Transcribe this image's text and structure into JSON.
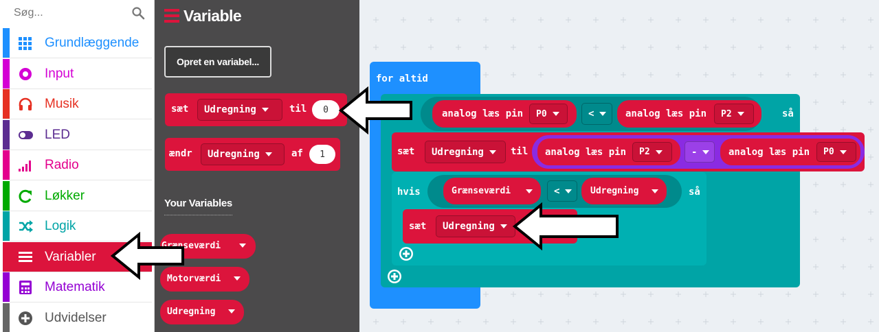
{
  "search": {
    "placeholder": "Søg..."
  },
  "categories": [
    {
      "label": "Grundlæggende",
      "color": "#1e90ff",
      "icon": "grid-icon"
    },
    {
      "label": "Input",
      "color": "#d400d4",
      "icon": "circle-dot-icon"
    },
    {
      "label": "Musik",
      "color": "#e63022",
      "icon": "headphones-icon"
    },
    {
      "label": "LED",
      "color": "#5c2d91",
      "icon": "toggle-icon"
    },
    {
      "label": "Radio",
      "color": "#e3008c",
      "icon": "signal-bars-icon"
    },
    {
      "label": "Løkker",
      "color": "#00aa00",
      "icon": "refresh-icon"
    },
    {
      "label": "Logik",
      "color": "#00a4a6",
      "icon": "shuffle-icon"
    },
    {
      "label": "Variabler",
      "color": "#dc143c",
      "icon": "list-icon",
      "selected": true
    },
    {
      "label": "Matematik",
      "color": "#9400d3",
      "icon": "calculator-icon"
    },
    {
      "label": "Udvidelser",
      "color": "#666666",
      "icon": "plus-circle-icon"
    }
  ],
  "flyout": {
    "title": "Variable",
    "create_button": "Opret en variabel...",
    "set_block": {
      "keyword": "sæt",
      "variable": "Udregning",
      "to": "til",
      "value": "0"
    },
    "change_block": {
      "keyword": "ændr",
      "variable": "Udregning",
      "by": "af",
      "value": "1"
    },
    "your_variables_heading": "Your Variables",
    "variables": [
      "Grænseværdi",
      "Motorværdi",
      "Udregning"
    ]
  },
  "workspace": {
    "forever_label": "for altid",
    "if1": {
      "left_reporter": "analog læs pin",
      "left_pin": "P0",
      "operator": "<",
      "right_reporter": "analog læs pin",
      "right_pin": "P2",
      "then": "så"
    },
    "set1": {
      "keyword": "sæt",
      "variable": "Udregning",
      "to": "til",
      "left_reporter": "analog læs pin",
      "left_pin": "P2",
      "operator": "-",
      "right_reporter": "analog læs pin",
      "right_pin": "P0"
    },
    "if2": {
      "keyword": "hvis",
      "left": "Grænseværdi",
      "operator": "<",
      "right": "Udregning",
      "then": "så"
    },
    "set2": {
      "keyword": "sæt",
      "variable": "Udregning"
    }
  },
  "colors": {
    "variables": "#dc143c",
    "logic": "#00a4a6",
    "loops_forever": "#1e90ff",
    "math": "#8a2be2",
    "flyout_bg": "#4b4a4b",
    "workspace_bg": "#ecf0f4"
  }
}
